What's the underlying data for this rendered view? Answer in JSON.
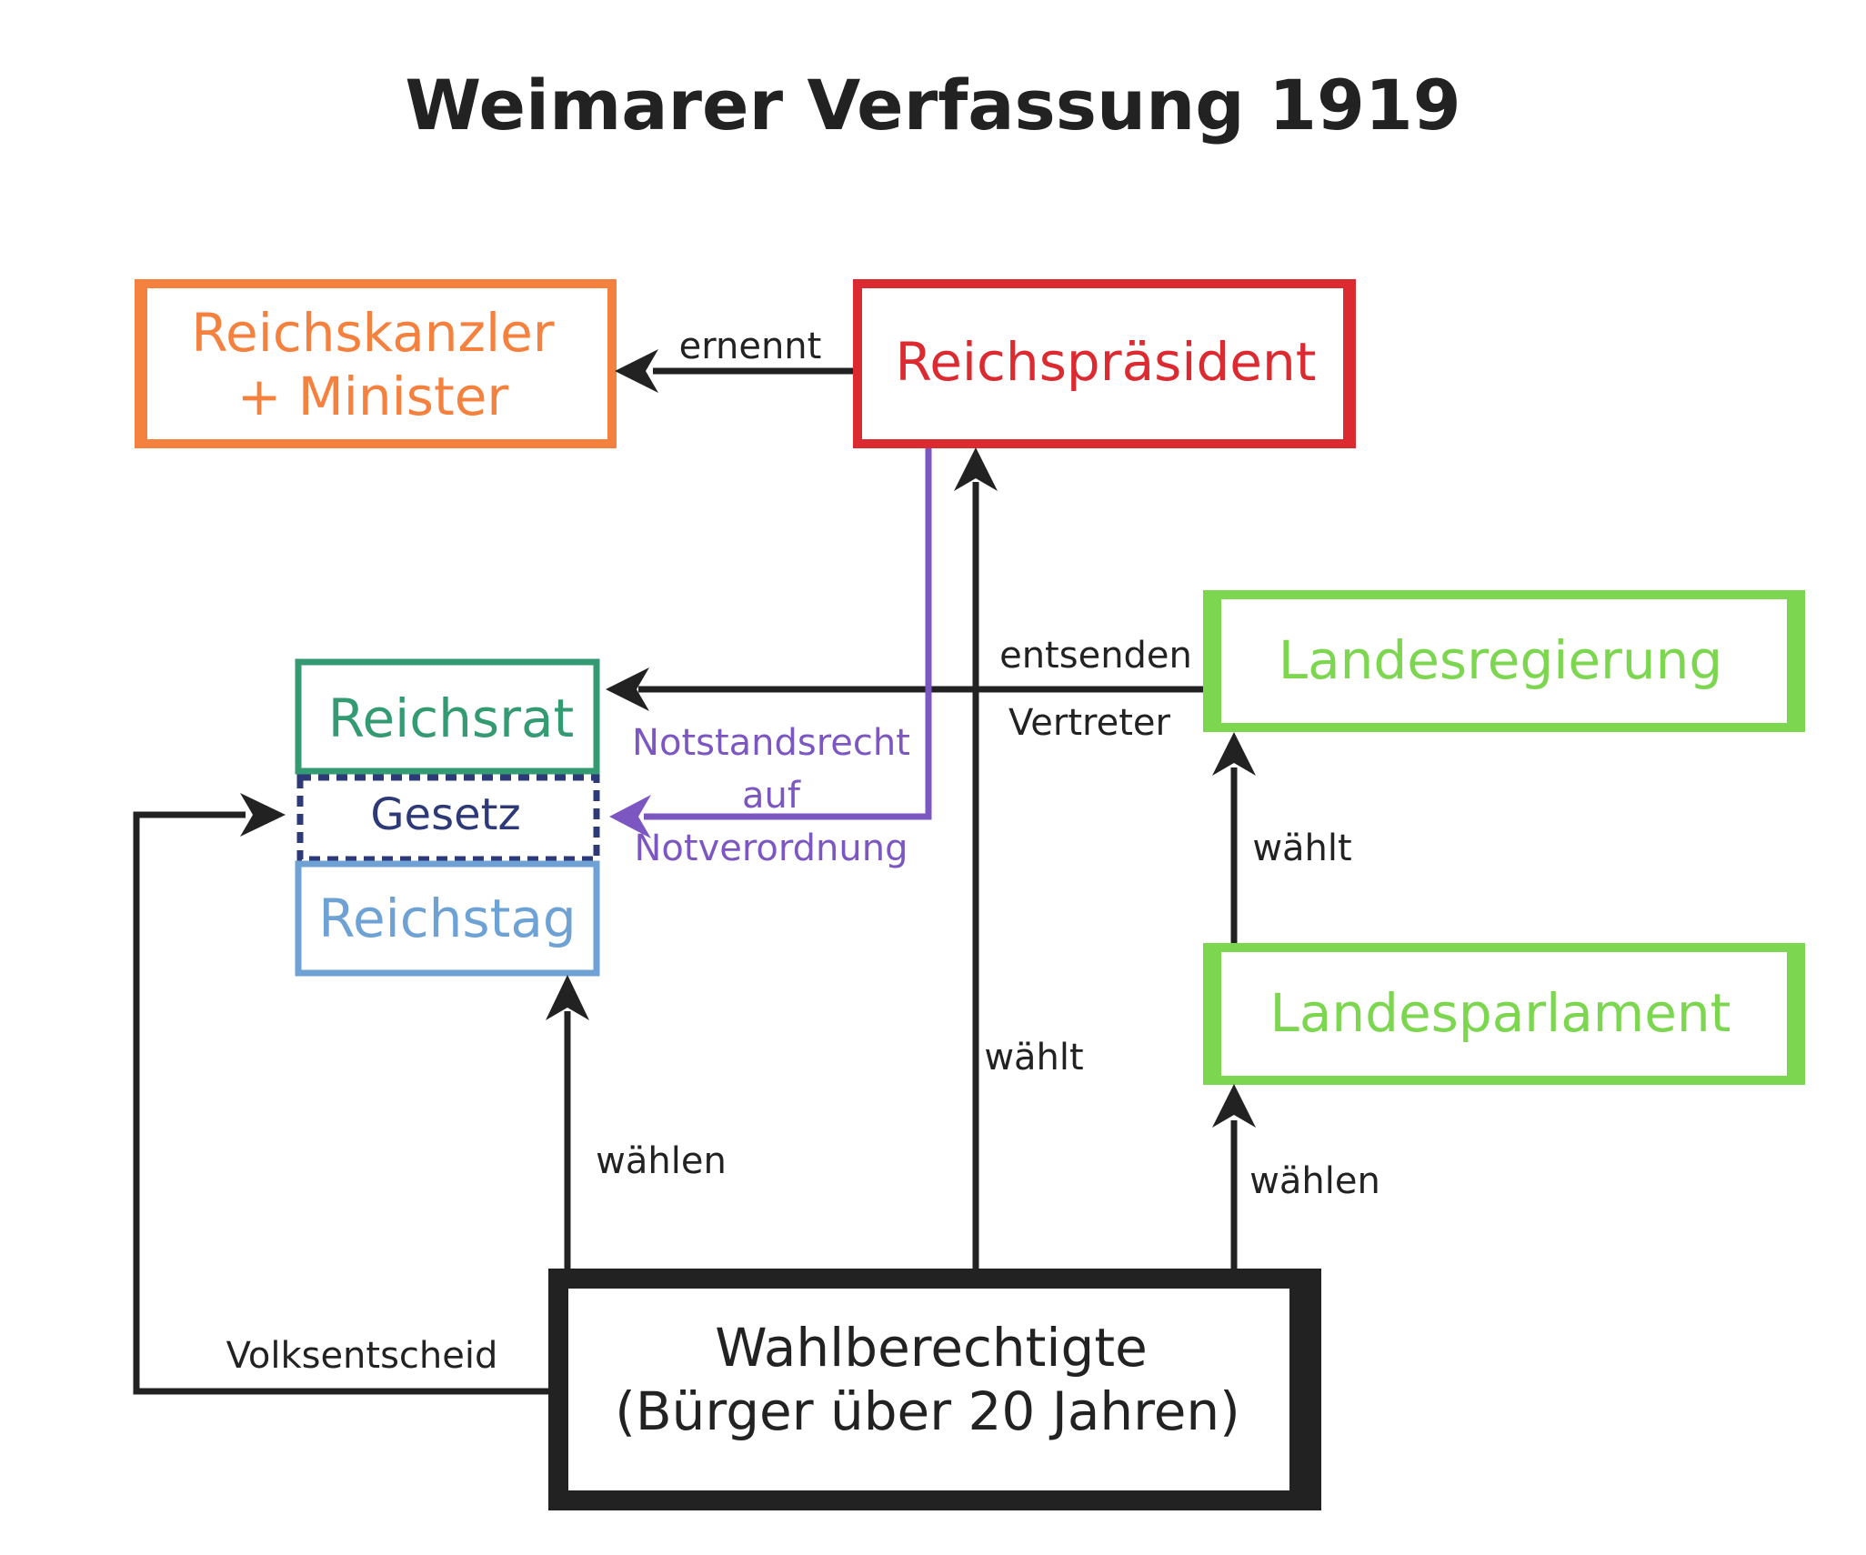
{
  "title": "Weimarer Verfassung 1919",
  "colors": {
    "kanzler": "#f5813f",
    "praesident": "#dc2a31",
    "reichsrat": "#349a72",
    "gesetz": "#2e3a78",
    "reichstag": "#6fa2d4",
    "land": "#7dd64f",
    "purple": "#7d57c1",
    "black": "#222222"
  },
  "nodes": {
    "kanzler": {
      "line1": "Reichskanzler",
      "line2": "+ Minister"
    },
    "praesident": {
      "label": "Reichspräsident"
    },
    "reichsrat": {
      "label": "Reichsrat"
    },
    "gesetz": {
      "label": "Gesetz"
    },
    "reichstag": {
      "label": "Reichstag"
    },
    "landesregierung": {
      "label": "Landesregierung"
    },
    "landesparlament": {
      "label": "Landesparlament"
    },
    "wahlberechtigte": {
      "line1": "Wahlberechtigte",
      "line2": "(Bürger über 20 Jahren)"
    }
  },
  "edges": {
    "ernennt": "ernennt",
    "entsenden": "entsenden",
    "vertreter": "Vertreter",
    "notstand1": "Notstandsrecht",
    "notstand2": "auf",
    "notstand3": "Notverordnung",
    "waehlt_land": "wählt",
    "waehlt_praes": "wählt",
    "waehlen_reichstag": "wählen",
    "waehlen_land": "wählen",
    "volksentscheid": "Volksentscheid"
  }
}
